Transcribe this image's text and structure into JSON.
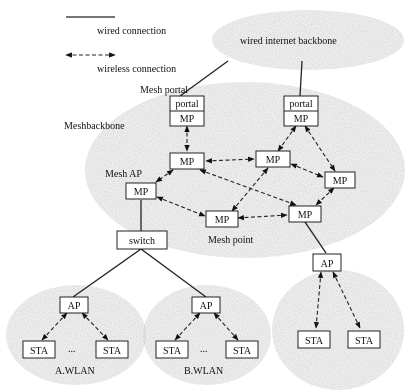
{
  "legend": {
    "wired": "wired connection",
    "wireless": "wireless connection"
  },
  "labels": {
    "internet": "wired internet backbone",
    "mesh_portal": "Mesh portal",
    "mesh_backbone": "Meshbackbone",
    "mesh_ap": "Mesh AP",
    "mesh_point": "Mesh point",
    "wlan_a": "A.WLAN",
    "wlan_b": "B.WLAN",
    "ellipsis": "..."
  },
  "nodes": {
    "portal1": "portal",
    "portal2": "portal",
    "mp": "MP",
    "switch": "switch",
    "ap": "AP",
    "sta": "STA"
  }
}
